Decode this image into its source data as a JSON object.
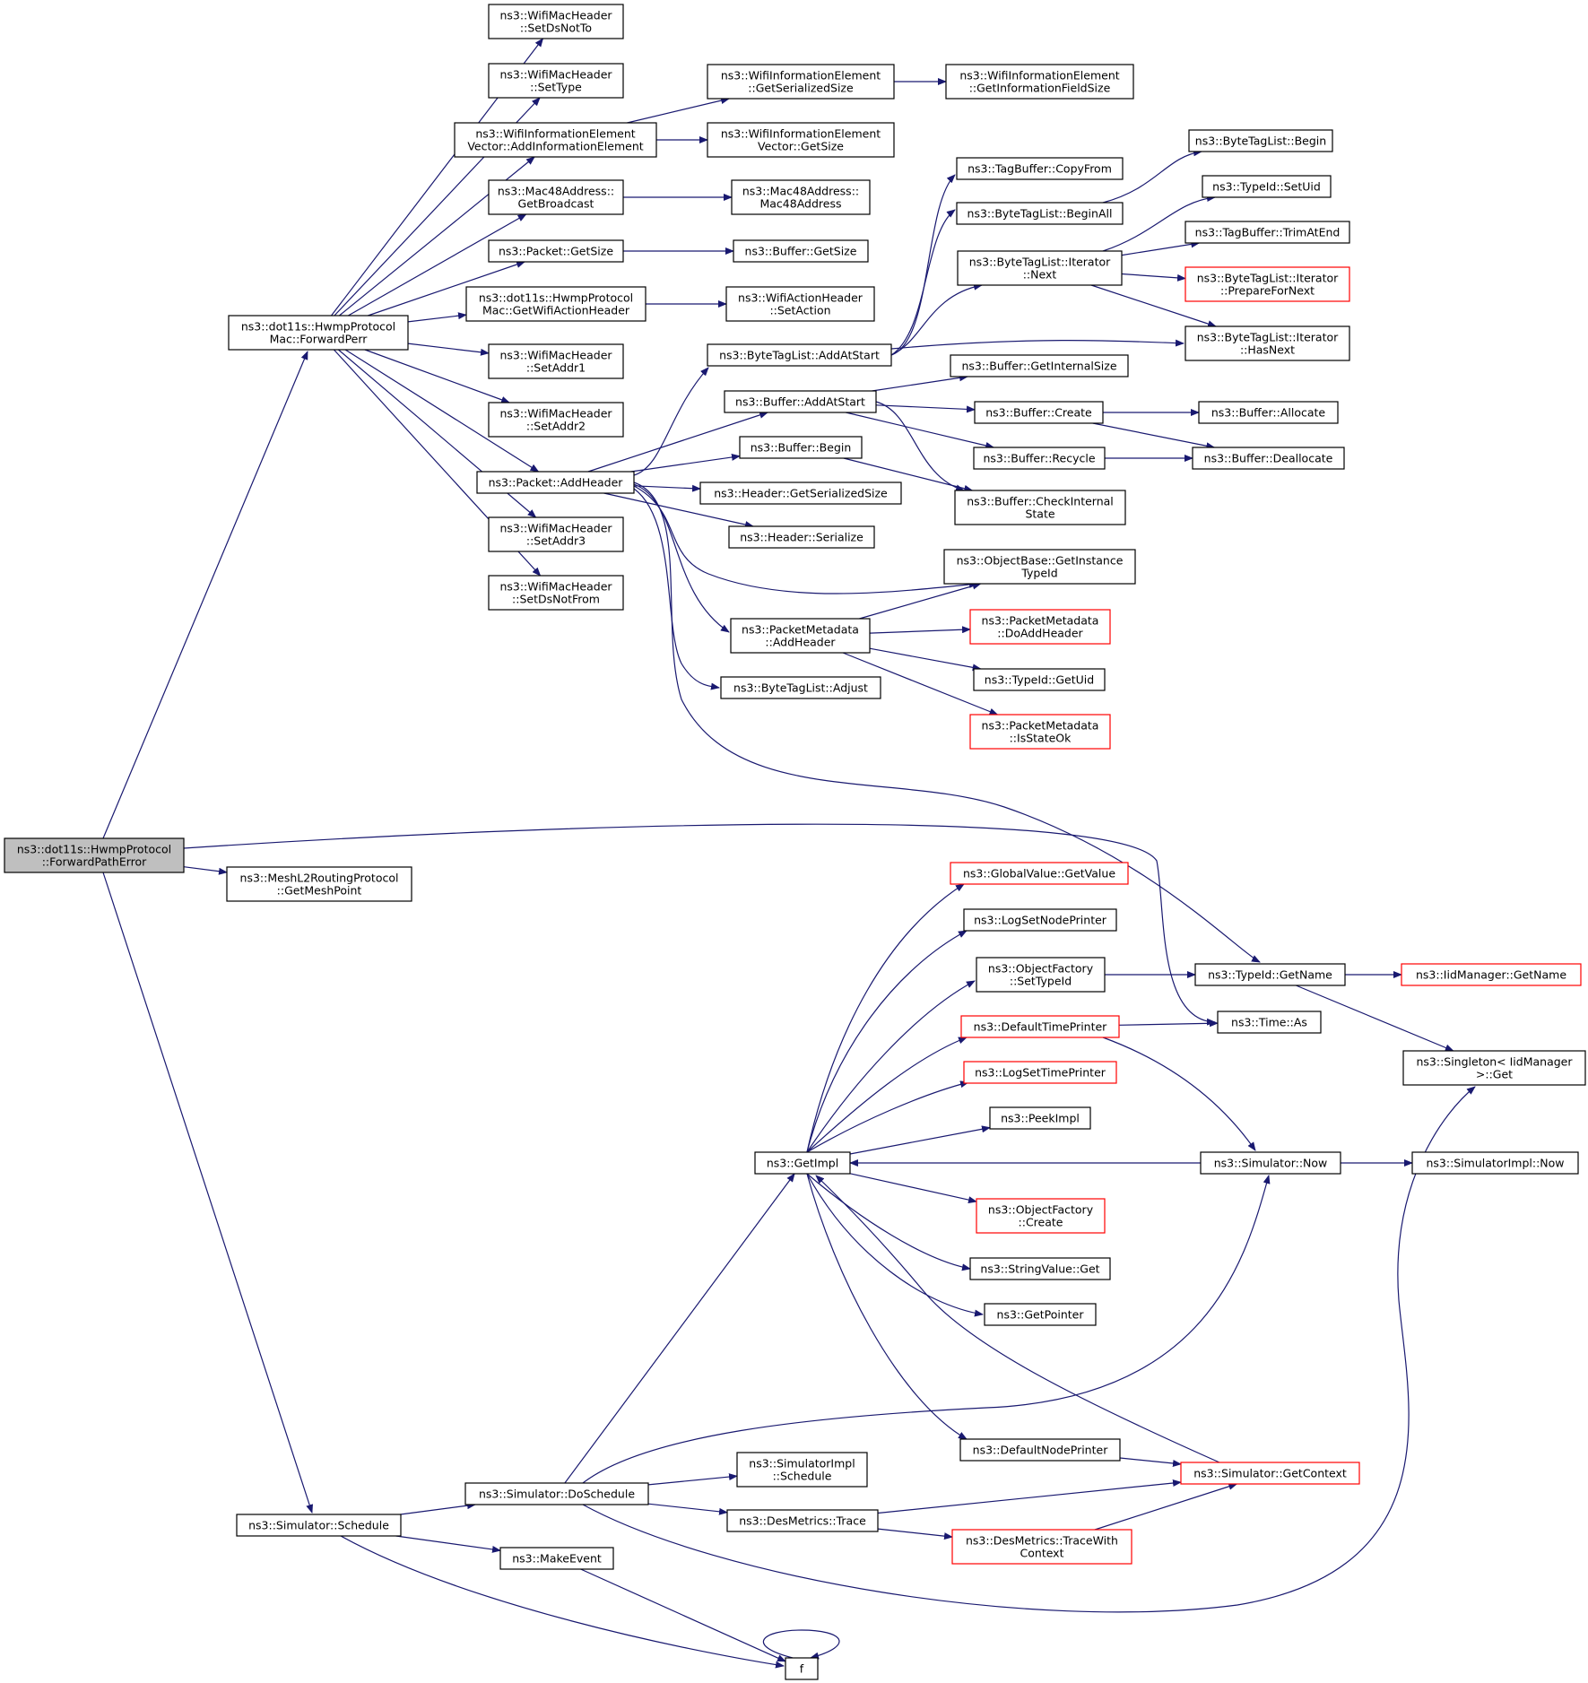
{
  "colors": {
    "edge": "#191970",
    "node_border": "#000000",
    "node_border_truncated": "#ff0000",
    "root_fill": "#bfbfbf",
    "node_fill": "#ffffff",
    "text": "#000000"
  },
  "nodes": [
    {
      "id": "root",
      "lines": [
        "ns3::dot11s::HwmpProtocol",
        "::ForwardPathError"
      ],
      "style": "root"
    },
    {
      "id": "fwdPerr",
      "lines": [
        "ns3::dot11s::HwmpProtocol",
        "Mac::ForwardPerr"
      ],
      "style": "normal"
    },
    {
      "id": "getMeshPoint",
      "lines": [
        "ns3::MeshL2RoutingProtocol",
        "::GetMeshPoint"
      ],
      "style": "normal"
    },
    {
      "id": "schedule",
      "lines": [
        "ns3::Simulator::Schedule"
      ],
      "style": "normal"
    },
    {
      "id": "setDsNotTo",
      "lines": [
        "ns3::WifiMacHeader",
        "::SetDsNotTo"
      ],
      "style": "normal"
    },
    {
      "id": "setType",
      "lines": [
        "ns3::WifiMacHeader",
        "::SetType"
      ],
      "style": "normal"
    },
    {
      "id": "addInfoElem",
      "lines": [
        "ns3::WifiInformationElement",
        "Vector::AddInformationElement"
      ],
      "style": "normal"
    },
    {
      "id": "getBroadcast",
      "lines": [
        "ns3::Mac48Address::",
        "GetBroadcast"
      ],
      "style": "normal"
    },
    {
      "id": "packetGetSize",
      "lines": [
        "ns3::Packet::GetSize"
      ],
      "style": "normal"
    },
    {
      "id": "getWifiActionHeader",
      "lines": [
        "ns3::dot11s::HwmpProtocol",
        "Mac::GetWifiActionHeader"
      ],
      "style": "normal"
    },
    {
      "id": "setAddr1",
      "lines": [
        "ns3::WifiMacHeader",
        "::SetAddr1"
      ],
      "style": "normal"
    },
    {
      "id": "setAddr2",
      "lines": [
        "ns3::WifiMacHeader",
        "::SetAddr2"
      ],
      "style": "normal"
    },
    {
      "id": "addHeader",
      "lines": [
        "ns3::Packet::AddHeader"
      ],
      "style": "normal"
    },
    {
      "id": "setAddr3",
      "lines": [
        "ns3::WifiMacHeader",
        "::SetAddr3"
      ],
      "style": "normal"
    },
    {
      "id": "setDsNotFrom",
      "lines": [
        "ns3::WifiMacHeader",
        "::SetDsNotFrom"
      ],
      "style": "normal"
    },
    {
      "id": "getSerializedSize",
      "lines": [
        "ns3::WifiInformationElement",
        "::GetSerializedSize"
      ],
      "style": "normal"
    },
    {
      "id": "vectorGetSize",
      "lines": [
        "ns3::WifiInformationElement",
        "Vector::GetSize"
      ],
      "style": "normal"
    },
    {
      "id": "mac48Address",
      "lines": [
        "ns3::Mac48Address::",
        "Mac48Address"
      ],
      "style": "normal"
    },
    {
      "id": "bufferGetSize",
      "lines": [
        "ns3::Buffer::GetSize"
      ],
      "style": "normal"
    },
    {
      "id": "setAction",
      "lines": [
        "ns3::WifiActionHeader",
        "::SetAction"
      ],
      "style": "normal"
    },
    {
      "id": "getInfoFieldSize",
      "lines": [
        "ns3::WifiInformationElement",
        "::GetInformationFieldSize"
      ],
      "style": "normal"
    },
    {
      "id": "byteTagAddAtStart",
      "lines": [
        "ns3::ByteTagList::AddAtStart"
      ],
      "style": "normal"
    },
    {
      "id": "bufferAddAtStart",
      "lines": [
        "ns3::Buffer::AddAtStart"
      ],
      "style": "normal"
    },
    {
      "id": "bufferBegin",
      "lines": [
        "ns3::Buffer::Begin"
      ],
      "style": "normal"
    },
    {
      "id": "headerGetSerializedSize",
      "lines": [
        "ns3::Header::GetSerializedSize"
      ],
      "style": "normal"
    },
    {
      "id": "headerSerialize",
      "lines": [
        "ns3::Header::Serialize"
      ],
      "style": "normal"
    },
    {
      "id": "getInstanceTypeId",
      "lines": [
        "ns3::ObjectBase::GetInstance",
        "TypeId"
      ],
      "style": "normal"
    },
    {
      "id": "pmAddHeader",
      "lines": [
        "ns3::PacketMetadata",
        "::AddHeader"
      ],
      "style": "normal"
    },
    {
      "id": "byteTagAdjust",
      "lines": [
        "ns3::ByteTagList::Adjust"
      ],
      "style": "normal"
    },
    {
      "id": "tagBufferCopyFrom",
      "lines": [
        "ns3::TagBuffer::CopyFrom"
      ],
      "style": "normal"
    },
    {
      "id": "byteTagBeginAll",
      "lines": [
        "ns3::ByteTagList::BeginAll"
      ],
      "style": "normal"
    },
    {
      "id": "iteratorNext",
      "lines": [
        "ns3::ByteTagList::Iterator",
        "::Next"
      ],
      "style": "normal"
    },
    {
      "id": "byteTagBegin",
      "lines": [
        "ns3::ByteTagList::Begin"
      ],
      "style": "normal"
    },
    {
      "id": "typeIdSetUid",
      "lines": [
        "ns3::TypeId::SetUid"
      ],
      "style": "normal"
    },
    {
      "id": "trimAtEnd",
      "lines": [
        "ns3::TagBuffer::TrimAtEnd"
      ],
      "style": "normal"
    },
    {
      "id": "prepareForNext",
      "lines": [
        "ns3::ByteTagList::Iterator",
        "::PrepareForNext"
      ],
      "style": "truncated"
    },
    {
      "id": "hasNext",
      "lines": [
        "ns3::ByteTagList::Iterator",
        "::HasNext"
      ],
      "style": "normal"
    },
    {
      "id": "getInternalSize",
      "lines": [
        "ns3::Buffer::GetInternalSize"
      ],
      "style": "normal"
    },
    {
      "id": "bufferCreate",
      "lines": [
        "ns3::Buffer::Create"
      ],
      "style": "normal"
    },
    {
      "id": "bufferRecycle",
      "lines": [
        "ns3::Buffer::Recycle"
      ],
      "style": "normal"
    },
    {
      "id": "checkInternalState",
      "lines": [
        "ns3::Buffer::CheckInternal",
        "State"
      ],
      "style": "normal"
    },
    {
      "id": "bufferAllocate",
      "lines": [
        "ns3::Buffer::Allocate"
      ],
      "style": "normal"
    },
    {
      "id": "bufferDeallocate",
      "lines": [
        "ns3::Buffer::Deallocate"
      ],
      "style": "normal"
    },
    {
      "id": "doAddHeader",
      "lines": [
        "ns3::PacketMetadata",
        "::DoAddHeader"
      ],
      "style": "truncated"
    },
    {
      "id": "typeIdGetUid",
      "lines": [
        "ns3::TypeId::GetUid"
      ],
      "style": "normal"
    },
    {
      "id": "isStateOk",
      "lines": [
        "ns3::PacketMetadata",
        "::IsStateOk"
      ],
      "style": "truncated"
    },
    {
      "id": "globalGetValue",
      "lines": [
        "ns3::GlobalValue::GetValue"
      ],
      "style": "truncated"
    },
    {
      "id": "logSetNodePrinter",
      "lines": [
        "ns3::LogSetNodePrinter"
      ],
      "style": "normal"
    },
    {
      "id": "objFactorySetTypeId",
      "lines": [
        "ns3::ObjectFactory",
        "::SetTypeId"
      ],
      "style": "normal"
    },
    {
      "id": "defaultTimePrinter",
      "lines": [
        "ns3::DefaultTimePrinter"
      ],
      "style": "truncated"
    },
    {
      "id": "logSetTimePrinter",
      "lines": [
        "ns3::LogSetTimePrinter"
      ],
      "style": "truncated"
    },
    {
      "id": "peekImpl",
      "lines": [
        "ns3::PeekImpl"
      ],
      "style": "normal"
    },
    {
      "id": "getImpl",
      "lines": [
        "ns3::GetImpl"
      ],
      "style": "normal"
    },
    {
      "id": "objFactoryCreate",
      "lines": [
        "ns3::ObjectFactory",
        "::Create"
      ],
      "style": "truncated"
    },
    {
      "id": "stringValueGet",
      "lines": [
        "ns3::StringValue::Get"
      ],
      "style": "normal"
    },
    {
      "id": "getPointer",
      "lines": [
        "ns3::GetPointer"
      ],
      "style": "normal"
    },
    {
      "id": "defaultNodePrinter",
      "lines": [
        "ns3::DefaultNodePrinter"
      ],
      "style": "normal"
    },
    {
      "id": "typeIdGetName",
      "lines": [
        "ns3::TypeId::GetName"
      ],
      "style": "normal"
    },
    {
      "id": "iidManagerGetName",
      "lines": [
        "ns3::IidManager::GetName"
      ],
      "style": "truncated"
    },
    {
      "id": "timeAs",
      "lines": [
        "ns3::Time::As"
      ],
      "style": "normal"
    },
    {
      "id": "singletonGet",
      "lines": [
        "ns3::Singleton< IidManager",
        " >::Get"
      ],
      "style": "normal"
    },
    {
      "id": "simulatorNow",
      "lines": [
        "ns3::Simulator::Now"
      ],
      "style": "normal"
    },
    {
      "id": "simulatorImplNow",
      "lines": [
        "ns3::SimulatorImpl::Now"
      ],
      "style": "normal"
    },
    {
      "id": "doSchedule",
      "lines": [
        "ns3::Simulator::DoSchedule"
      ],
      "style": "normal"
    },
    {
      "id": "simImplSchedule",
      "lines": [
        "ns3::SimulatorImpl",
        "::Schedule"
      ],
      "style": "normal"
    },
    {
      "id": "desMetricsTrace",
      "lines": [
        "ns3::DesMetrics::Trace"
      ],
      "style": "normal"
    },
    {
      "id": "traceWithContext",
      "lines": [
        "ns3::DesMetrics::TraceWith",
        "Context"
      ],
      "style": "truncated"
    },
    {
      "id": "getContext",
      "lines": [
        "ns3::Simulator::GetContext"
      ],
      "style": "truncated"
    },
    {
      "id": "makeEvent",
      "lines": [
        "ns3::MakeEvent"
      ],
      "style": "normal"
    },
    {
      "id": "f",
      "lines": [
        "f"
      ],
      "style": "normal"
    }
  ],
  "edges": [
    {
      "from": "root",
      "to": "fwdPerr"
    },
    {
      "from": "root",
      "to": "getMeshPoint"
    },
    {
      "from": "root",
      "to": "schedule"
    },
    {
      "from": "root",
      "to": "timeAs"
    },
    {
      "from": "fwdPerr",
      "to": "setDsNotTo"
    },
    {
      "from": "fwdPerr",
      "to": "setType"
    },
    {
      "from": "fwdPerr",
      "to": "addInfoElem"
    },
    {
      "from": "fwdPerr",
      "to": "getBroadcast"
    },
    {
      "from": "fwdPerr",
      "to": "packetGetSize"
    },
    {
      "from": "fwdPerr",
      "to": "getWifiActionHeader"
    },
    {
      "from": "fwdPerr",
      "to": "setAddr1"
    },
    {
      "from": "fwdPerr",
      "to": "setAddr2"
    },
    {
      "from": "fwdPerr",
      "to": "addHeader"
    },
    {
      "from": "fwdPerr",
      "to": "setAddr3"
    },
    {
      "from": "fwdPerr",
      "to": "setDsNotFrom"
    },
    {
      "from": "addInfoElem",
      "to": "getSerializedSize"
    },
    {
      "from": "addInfoElem",
      "to": "vectorGetSize"
    },
    {
      "from": "getSerializedSize",
      "to": "getInfoFieldSize"
    },
    {
      "from": "getBroadcast",
      "to": "mac48Address"
    },
    {
      "from": "packetGetSize",
      "to": "bufferGetSize"
    },
    {
      "from": "getWifiActionHeader",
      "to": "setAction"
    },
    {
      "from": "addHeader",
      "to": "byteTagAddAtStart"
    },
    {
      "from": "addHeader",
      "to": "bufferAddAtStart"
    },
    {
      "from": "addHeader",
      "to": "bufferBegin"
    },
    {
      "from": "addHeader",
      "to": "headerGetSerializedSize"
    },
    {
      "from": "addHeader",
      "to": "headerSerialize"
    },
    {
      "from": "addHeader",
      "to": "getInstanceTypeId"
    },
    {
      "from": "addHeader",
      "to": "pmAddHeader"
    },
    {
      "from": "addHeader",
      "to": "byteTagAdjust"
    },
    {
      "from": "addHeader",
      "to": "typeIdGetName"
    },
    {
      "from": "byteTagAddAtStart",
      "to": "tagBufferCopyFrom"
    },
    {
      "from": "byteTagAddAtStart",
      "to": "byteTagBeginAll"
    },
    {
      "from": "byteTagAddAtStart",
      "to": "iteratorNext"
    },
    {
      "from": "byteTagAddAtStart",
      "to": "hasNext"
    },
    {
      "from": "byteTagBeginAll",
      "to": "byteTagBegin"
    },
    {
      "from": "iteratorNext",
      "to": "typeIdSetUid"
    },
    {
      "from": "iteratorNext",
      "to": "trimAtEnd"
    },
    {
      "from": "iteratorNext",
      "to": "prepareForNext"
    },
    {
      "from": "iteratorNext",
      "to": "hasNext"
    },
    {
      "from": "bufferAddAtStart",
      "to": "getInternalSize"
    },
    {
      "from": "bufferAddAtStart",
      "to": "bufferCreate"
    },
    {
      "from": "bufferAddAtStart",
      "to": "bufferRecycle"
    },
    {
      "from": "bufferAddAtStart",
      "to": "checkInternalState"
    },
    {
      "from": "bufferCreate",
      "to": "bufferAllocate"
    },
    {
      "from": "bufferCreate",
      "to": "bufferDeallocate"
    },
    {
      "from": "bufferRecycle",
      "to": "bufferDeallocate"
    },
    {
      "from": "bufferBegin",
      "to": "checkInternalState"
    },
    {
      "from": "pmAddHeader",
      "to": "getInstanceTypeId"
    },
    {
      "from": "pmAddHeader",
      "to": "doAddHeader"
    },
    {
      "from": "pmAddHeader",
      "to": "typeIdGetUid"
    },
    {
      "from": "pmAddHeader",
      "to": "isStateOk"
    },
    {
      "from": "getImpl",
      "to": "globalGetValue"
    },
    {
      "from": "getImpl",
      "to": "logSetNodePrinter"
    },
    {
      "from": "getImpl",
      "to": "objFactorySetTypeId"
    },
    {
      "from": "getImpl",
      "to": "defaultTimePrinter"
    },
    {
      "from": "getImpl",
      "to": "logSetTimePrinter"
    },
    {
      "from": "getImpl",
      "to": "peekImpl"
    },
    {
      "from": "getImpl",
      "to": "objFactoryCreate"
    },
    {
      "from": "getImpl",
      "to": "stringValueGet"
    },
    {
      "from": "getImpl",
      "to": "getPointer"
    },
    {
      "from": "getImpl",
      "to": "defaultNodePrinter"
    },
    {
      "from": "objFactorySetTypeId",
      "to": "typeIdGetName"
    },
    {
      "from": "typeIdGetName",
      "to": "iidManagerGetName"
    },
    {
      "from": "typeIdGetName",
      "to": "singletonGet"
    },
    {
      "from": "defaultTimePrinter",
      "to": "timeAs"
    },
    {
      "from": "defaultTimePrinter",
      "to": "simulatorNow"
    },
    {
      "from": "simulatorNow",
      "to": "getImpl"
    },
    {
      "from": "simulatorNow",
      "to": "simulatorImplNow"
    },
    {
      "from": "defaultNodePrinter",
      "to": "getContext"
    },
    {
      "from": "getContext",
      "to": "getImpl"
    },
    {
      "from": "schedule",
      "to": "doSchedule"
    },
    {
      "from": "schedule",
      "to": "makeEvent"
    },
    {
      "from": "schedule",
      "to": "f"
    },
    {
      "from": "doSchedule",
      "to": "getImpl"
    },
    {
      "from": "doSchedule",
      "to": "simulatorNow"
    },
    {
      "from": "doSchedule",
      "to": "simImplSchedule"
    },
    {
      "from": "doSchedule",
      "to": "desMetricsTrace"
    },
    {
      "from": "doSchedule",
      "to": "singletonGet"
    },
    {
      "from": "desMetricsTrace",
      "to": "getContext"
    },
    {
      "from": "desMetricsTrace",
      "to": "traceWithContext"
    },
    {
      "from": "traceWithContext",
      "to": "getContext"
    },
    {
      "from": "makeEvent",
      "to": "f"
    },
    {
      "from": "f",
      "to": "f"
    }
  ]
}
